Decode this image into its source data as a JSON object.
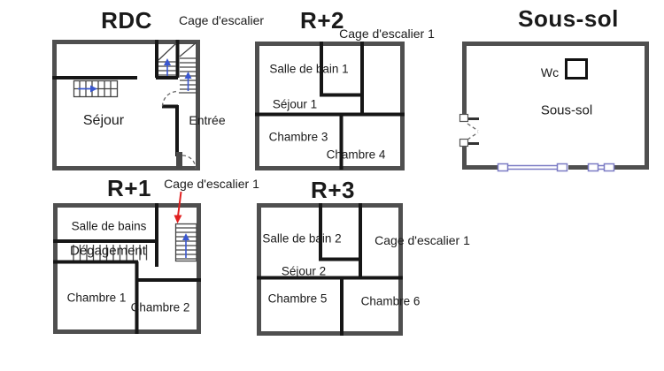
{
  "colors": {
    "bg": "#ffffff",
    "wall_outer": "#4f4f4f",
    "wall_inner": "#161616",
    "stair_blue": "#3a57d0",
    "window_blue": "#7b7bc4",
    "arrow_red": "#e02020",
    "text": "#1a1a1a"
  },
  "floors": {
    "rdc": {
      "title": "RDC",
      "stairwell_label": "Cage d'escalier",
      "rooms": {
        "sejour": "Séjour",
        "entree": "Entrée"
      }
    },
    "r2": {
      "title": "R+2",
      "stairwell_label": "Cage d'escalier 1",
      "rooms": {
        "salle_de_bain_1": "Salle de bain 1",
        "sejour_1": "Séjour 1",
        "chambre_3": "Chambre 3",
        "chambre_4": "Chambre 4"
      }
    },
    "sous_sol": {
      "title": "Sous-sol",
      "rooms": {
        "wc": "Wc",
        "sous_sol": "Sous-sol"
      }
    },
    "r1": {
      "title": "R+1",
      "stairwell_label": "Cage d'escalier 1",
      "rooms": {
        "salle_de_bains": "Salle de bains",
        "degagement": "Dégagement",
        "chambre_1": "Chambre 1",
        "chambre_2": "Chambre 2"
      }
    },
    "r3": {
      "title": "R+3",
      "stairwell_label": "Cage d'escalier 1",
      "rooms": {
        "salle_de_bain_2": "Salle de bain 2",
        "sejour_2": "Séjour 2",
        "chambre_5": "Chambre 5",
        "chambre_6": "Chambre 6"
      }
    }
  }
}
